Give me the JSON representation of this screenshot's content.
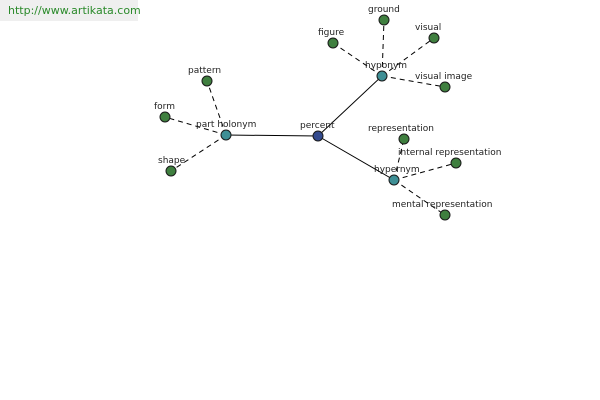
{
  "header": {
    "url": "http://www.artikata.com"
  },
  "graph": {
    "colors": {
      "root": "#334a8e",
      "relation": "#3e8f95",
      "term": "#3f7f3f",
      "edge": "#000000"
    },
    "root_label": "percent",
    "relations": [
      {
        "key": "hyponym",
        "label": "hyponym",
        "terms": [
          "ground",
          "figure",
          "visual",
          "visual image"
        ]
      },
      {
        "key": "part_holonym",
        "label": "part holonym",
        "terms": [
          "pattern",
          "form",
          "shape"
        ]
      },
      {
        "key": "hypernym",
        "label": "hypernym",
        "terms": [
          "representation",
          "internal representation",
          "mental representation"
        ]
      }
    ]
  }
}
